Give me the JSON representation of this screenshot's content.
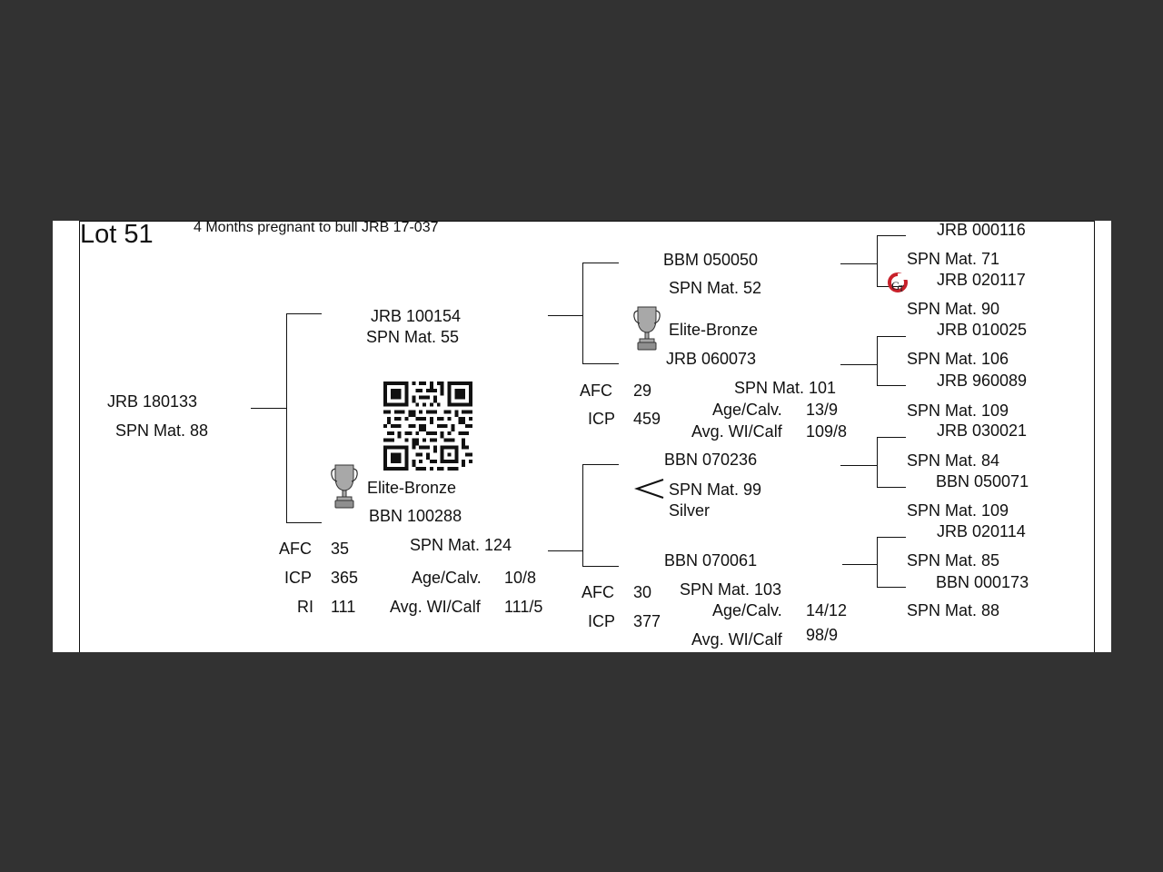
{
  "lot": {
    "title": "Lot 51",
    "note": "4 Months pregnant to bull JRB 17-037"
  },
  "animal": {
    "id": "JRB 180133",
    "spn": "SPN Mat. 88"
  },
  "sire": {
    "id": "JRB 100154",
    "spn": "SPN Mat. 55"
  },
  "dam": {
    "award": "Elite-Bronze",
    "id": "BBN 100288",
    "spn": "SPN Mat. 124",
    "afc_label": "AFC",
    "afc": "35",
    "icp_label": "ICP",
    "icp": "365",
    "ri_label": "RI",
    "ri": "111",
    "agecalv_label": "Age/Calv.",
    "agecalv": "10/8",
    "avgwi_label": "Avg. WI/Calf",
    "avgwi": "111/5"
  },
  "ss": {
    "id": "BBM 050050",
    "spn": "SPN Mat. 52"
  },
  "sd": {
    "award": "Elite-Bronze",
    "id": "JRB 060073",
    "spn": "SPN Mat. 101",
    "afc_label": "AFC",
    "afc": "29",
    "icp_label": "ICP",
    "icp": "459",
    "agecalv_label": "Age/Calv.",
    "agecalv": "13/9",
    "avgwi_label": "Avg. WI/Calf",
    "avgwi": "109/8"
  },
  "ds": {
    "id": "BBN 070236",
    "spn": "SPN Mat. 99",
    "award": "Silver"
  },
  "dd": {
    "id": "BBN 070061",
    "spn": "SPN Mat. 103",
    "afc_label": "AFC",
    "afc": "30",
    "icp_label": "ICP",
    "icp": "377",
    "agecalv_label": "Age/Calv.",
    "agecalv": "14/12",
    "avgwi_label": "Avg. WI/Calf",
    "avgwi": "98/9"
  },
  "gen3": [
    {
      "id": "JRB 000116",
      "spn": "SPN Mat. 71"
    },
    {
      "id": "JRB 020117",
      "spn": "SPN Mat. 90"
    },
    {
      "id": "JRB 010025",
      "spn": "SPN Mat. 106"
    },
    {
      "id": "JRB 960089",
      "spn": "SPN Mat. 109"
    },
    {
      "id": "JRB 030021",
      "spn": "SPN Mat. 84"
    },
    {
      "id": "BBN 050071",
      "spn": "SPN Mat. 109"
    },
    {
      "id": "JRB 020114",
      "spn": "SPN Mat. 85"
    },
    {
      "id": "BBN 000173",
      "spn": "SPN Mat. 88"
    }
  ],
  "icons": {
    "trophy": "trophy-icon",
    "qr": "qr-code-icon",
    "gt": "gt-logo-icon",
    "brace": "less-than-bracket-icon"
  },
  "colors": {
    "background": "#323232",
    "sheet": "#ffffff",
    "ink": "#111111",
    "trophy": "#a8a8a8",
    "gt_logo": "#c8202a"
  }
}
